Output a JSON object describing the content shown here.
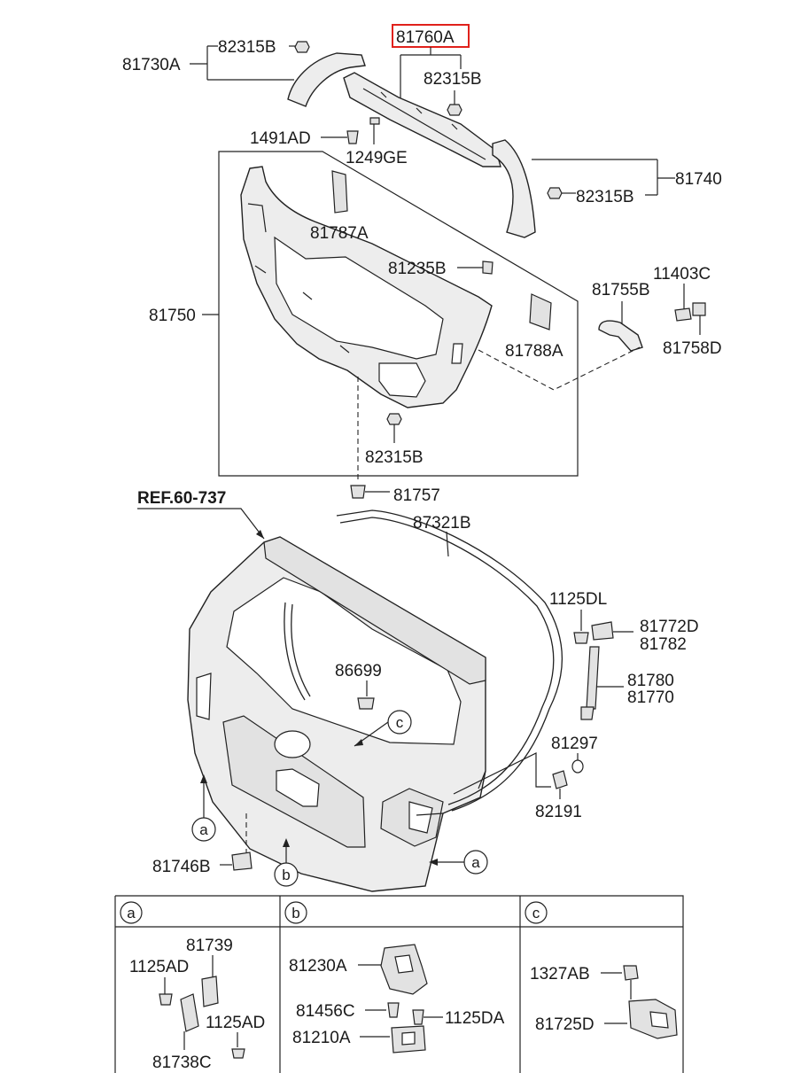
{
  "labels": {
    "p81760A": "81760A",
    "p82315B_a": "82315B",
    "p81730A": "81730A",
    "p82315B_b": "82315B",
    "p1491AD": "1491AD",
    "p1249GE": "1249GE",
    "p81740": "81740",
    "p82315B_c": "82315B",
    "p81787A": "81787A",
    "p81235B": "81235B",
    "p81755B": "81755B",
    "p11403C": "11403C",
    "p81750": "81750",
    "p81788A": "81788A",
    "p81758D": "81758D",
    "p82315B_d": "82315B",
    "p81757": "81757",
    "ref": "REF.60-737",
    "p87321B": "87321B",
    "p1125DL": "1125DL",
    "p81772D": "81772D",
    "p81782": "81782",
    "p86699": "86699",
    "p81780": "81780",
    "p81770": "81770",
    "p81297": "81297",
    "p82191": "82191",
    "p81746B": "81746B"
  },
  "callouts": {
    "a": "a",
    "b": "b",
    "c": "c"
  },
  "detail_table": {
    "a": {
      "title": "a",
      "parts": [
        "81739",
        "1125AD",
        "1125AD",
        "81738C"
      ]
    },
    "b": {
      "title": "b",
      "parts": [
        "81230A",
        "81456C",
        "1125DA",
        "81210A"
      ]
    },
    "c": {
      "title": "c",
      "parts": [
        "1327AB",
        "81725D"
      ]
    }
  },
  "highlight_color": "#e0211b"
}
